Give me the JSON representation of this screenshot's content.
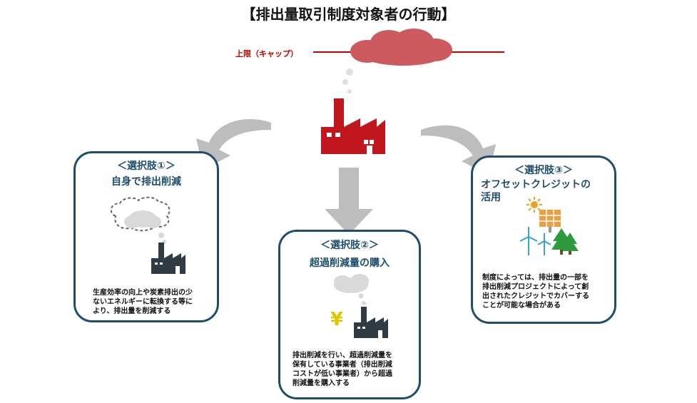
{
  "title": "【排出量取引制度対象者の行動】",
  "cap_label": "上限（キャップ）",
  "options": [
    {
      "heading": "＜選択肢①＞",
      "subtitle": "自身で排出削減",
      "description_lines": [
        "生産効率の向上や炭素排出の少",
        "ないエネルギーに転換する等に",
        "より、排出量を削減する"
      ]
    },
    {
      "heading": "＜選択肢②＞",
      "subtitle": "超過削減量の購入",
      "description_lines": [
        "排出削減を行い、超過削減量を",
        "保有している事業者（排出削減",
        "コストが低い事業者）から超過",
        "削減量を購入する"
      ]
    },
    {
      "heading": "＜選択肢③＞",
      "subtitle_lines": [
        "オフセットクレジットの",
        "活用"
      ],
      "description_lines": [
        "制度によっては、排出量の一部を",
        "排出削減プロジェクトによって創",
        "出されたクレジットでカバーする",
        "ことが可能な場合がある"
      ]
    }
  ],
  "yen_symbol": "¥",
  "colors": {
    "box_border": "#1f4e6b",
    "factory_main": "#c0171f",
    "factory_dark": "#2f3b45",
    "cloud_red": "#cc5a5e",
    "cloud_gray": "#d9d9d9",
    "arrow_gray": "#bdbdbd",
    "cap_line": "#c00000"
  }
}
